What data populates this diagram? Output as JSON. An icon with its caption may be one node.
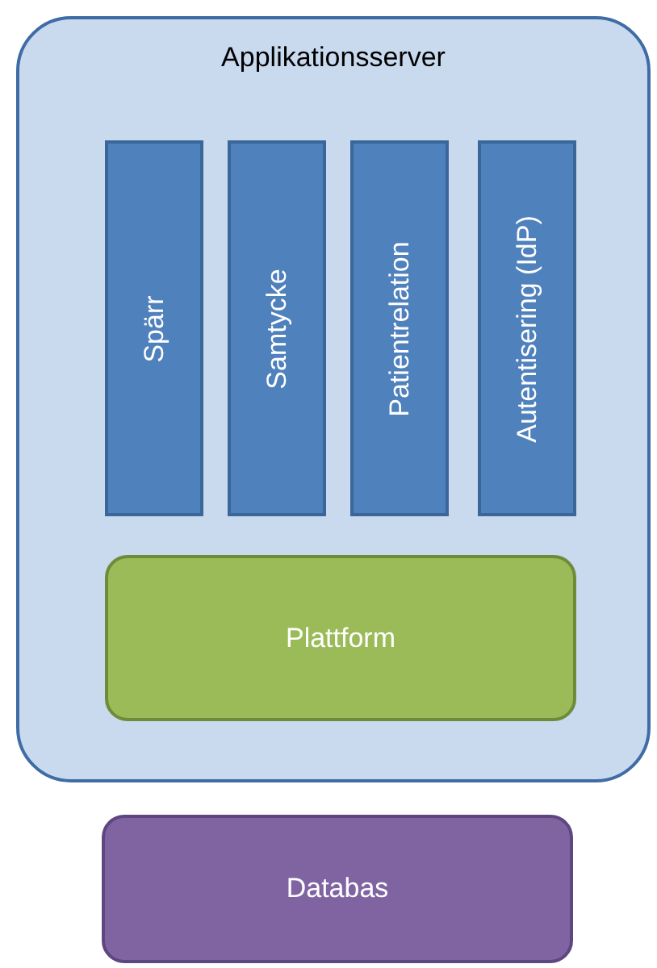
{
  "diagram": {
    "nodes": [
      {
        "text": [
          "Applikationsserver"
        ]
      },
      {
        "text": [
          "Spärr"
        ],
        "in": 0
      },
      {
        "text": [
          "Samtycke"
        ],
        "in": 0
      },
      {
        "text": [
          "Patientrelation"
        ],
        "in": 0
      },
      {
        "text": [
          "Autentisering (IdP)"
        ],
        "in": 0
      },
      {
        "text": [
          "Plattform"
        ],
        "in": 0
      },
      {
        "text": [
          "Databas"
        ]
      }
    ]
  }
}
